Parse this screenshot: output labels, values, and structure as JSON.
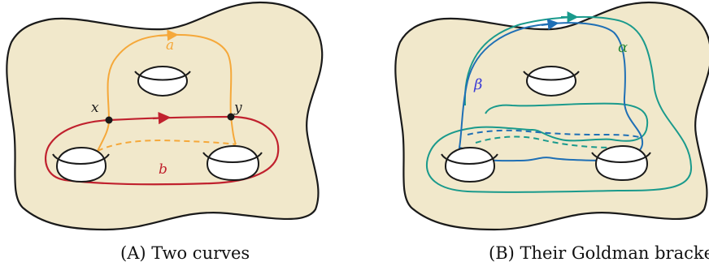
{
  "figure": {
    "panel_a": {
      "caption_letter": "(A)",
      "caption_text": "Two curves",
      "labels": {
        "a": "a",
        "b": "b",
        "x": "x",
        "y": "y"
      }
    },
    "panel_b": {
      "caption_letter": "(B)",
      "caption_text": "Their Goldman bracket",
      "labels": {
        "alpha": "α",
        "beta": "β"
      }
    }
  },
  "colors": {
    "surface_fill": "#f1e8cb",
    "outline": "#1a1a1a",
    "curve_a": "#f5a83a",
    "curve_b": "#c0212e",
    "curve_beta": "#1f6fb5",
    "curve_alpha": "#1a9a8c",
    "label_alpha": "#2e8b3a",
    "label_beta": "#3a3ad6"
  }
}
